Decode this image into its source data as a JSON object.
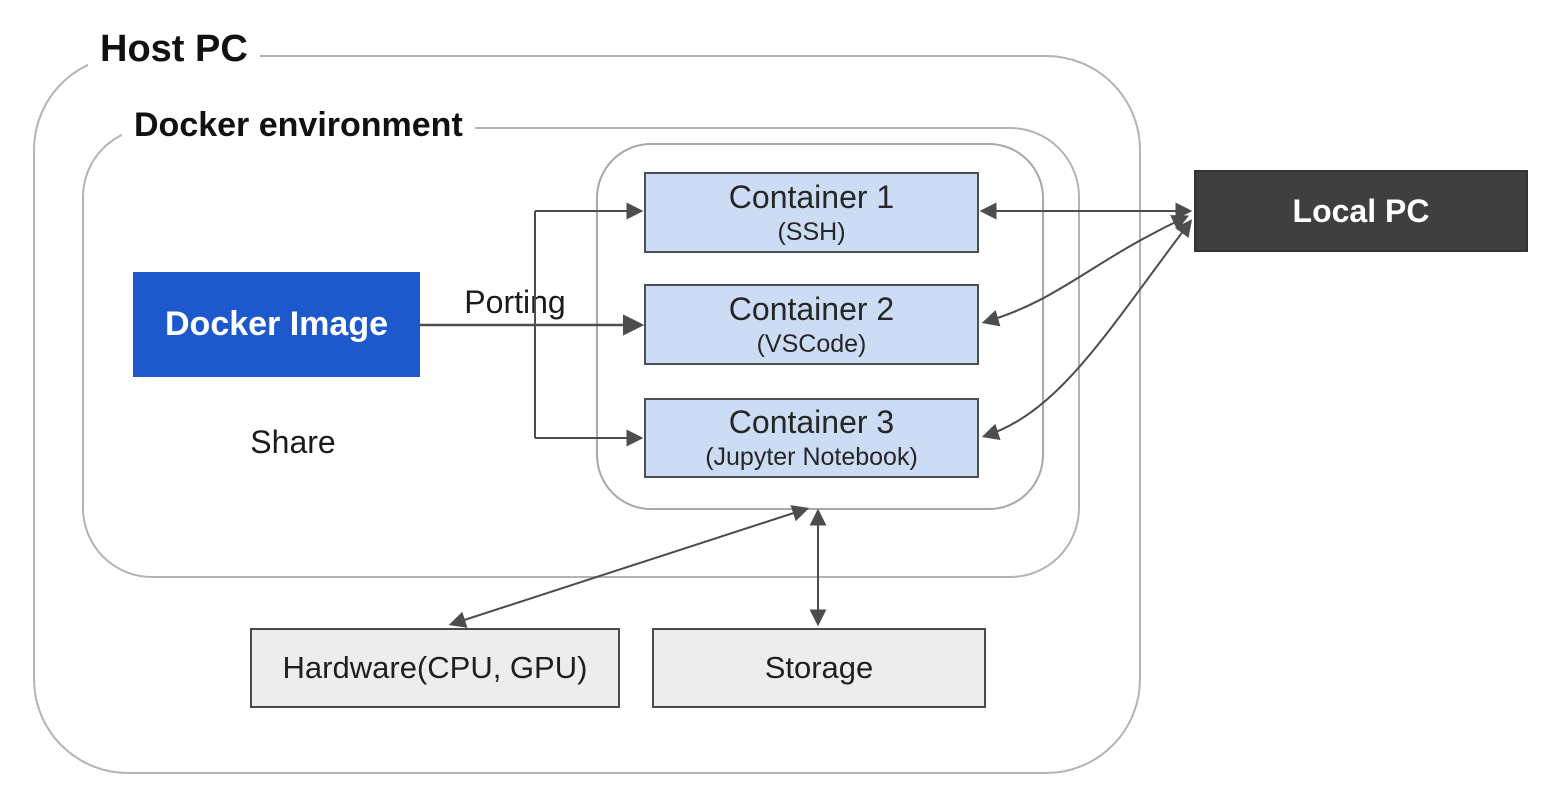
{
  "host_pc": {
    "label": "Host PC"
  },
  "docker_environment": {
    "label": "Docker environment"
  },
  "docker_image": {
    "label": "Docker Image"
  },
  "labels": {
    "porting": "Porting",
    "share": "Share"
  },
  "containers": [
    {
      "title": "Container 1",
      "subtitle": "(SSH)"
    },
    {
      "title": "Container 2",
      "subtitle": "(VSCode)"
    },
    {
      "title": "Container 3",
      "subtitle": "(Jupyter Notebook)"
    }
  ],
  "local_pc": {
    "label": "Local PC"
  },
  "hardware": {
    "label": "Hardware(CPU, GPU)"
  },
  "storage": {
    "label": "Storage"
  },
  "connections": [
    {
      "from": "Docker Image",
      "to": "Container 1",
      "label": "Porting",
      "bidirectional": false
    },
    {
      "from": "Docker Image",
      "to": "Container 2",
      "label": "Porting",
      "bidirectional": false
    },
    {
      "from": "Docker Image",
      "to": "Container 3",
      "label": "Porting",
      "bidirectional": false
    },
    {
      "from": "Container 1",
      "to": "Local PC",
      "bidirectional": true
    },
    {
      "from": "Local PC",
      "to": "Container 2",
      "bidirectional": true
    },
    {
      "from": "Local PC",
      "to": "Container 3",
      "bidirectional": true
    },
    {
      "from": "Containers group",
      "to": "Hardware(CPU, GPU)",
      "bidirectional": true
    },
    {
      "from": "Containers group",
      "to": "Storage",
      "bidirectional": true
    }
  ],
  "colors": {
    "docker_image_fill": "#1d59cc",
    "container_fill": "#cbdcf4",
    "container_border": "#4f4f4f",
    "local_pc_fill": "#3f3f3f",
    "gray_box_fill": "#ededed",
    "gray_box_border": "#4a4a4a",
    "frame_border": "#b3b3b3",
    "arrow": "#4d4d4d",
    "text": "#1a1a1a"
  }
}
